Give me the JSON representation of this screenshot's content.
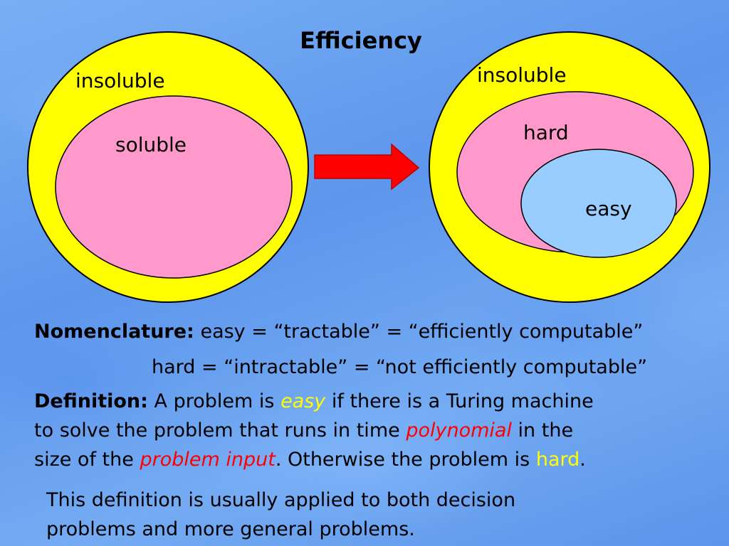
{
  "title": "Efficiency",
  "left_diagram": {
    "outer_label": "insoluble",
    "inner_label": "soluble"
  },
  "right_diagram": {
    "outer_label": "insoluble",
    "middle_label": "hard",
    "inner_label": "easy"
  },
  "colors": {
    "outer": "#ffff00",
    "middle": "#ff99cc",
    "inner": "#99ccff",
    "arrow": "#ff0000",
    "highlight_yellow": "#ffff00",
    "highlight_red": "#ff0000"
  },
  "nomenclature": {
    "label": "Nomenclature:",
    "line1": "easy = “tractable” = “efficiently computable”",
    "line2": "hard = “intractable” = “not efficiently computable”"
  },
  "definition": {
    "label": "Definition:",
    "t1": "A problem is",
    "easy": "easy",
    "t2": "if there is a Turing machine",
    "t3": "to solve the problem that runs in time",
    "polynomial": "polynomial",
    "t4": "in the",
    "t5": "size of the",
    "problem_input": "problem input",
    "t6": ". Otherwise the problem is",
    "hard": "hard",
    "t7": "."
  },
  "note": {
    "line1": "This definition is usually applied to both decision",
    "line2": "problems and more general problems."
  }
}
